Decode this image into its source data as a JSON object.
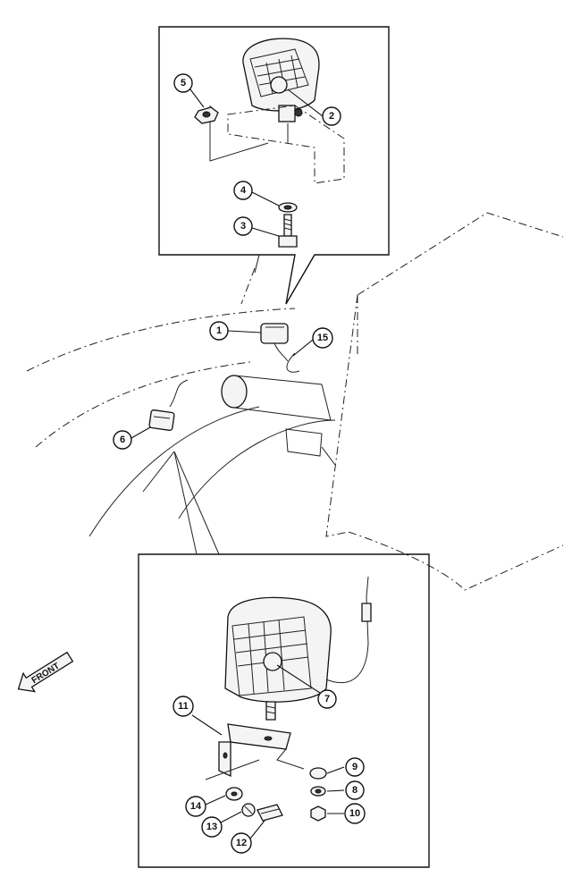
{
  "diagram": {
    "direction_label": "FRONT",
    "callouts": [
      {
        "id": "c1",
        "label": "1"
      },
      {
        "id": "c2",
        "label": "2"
      },
      {
        "id": "c3",
        "label": "3"
      },
      {
        "id": "c4",
        "label": "4"
      },
      {
        "id": "c5",
        "label": "5"
      },
      {
        "id": "c6",
        "label": "6"
      },
      {
        "id": "c7",
        "label": "7"
      },
      {
        "id": "c8",
        "label": "8"
      },
      {
        "id": "c9",
        "label": "9"
      },
      {
        "id": "c10",
        "label": "10"
      },
      {
        "id": "c11",
        "label": "11"
      },
      {
        "id": "c12",
        "label": "12"
      },
      {
        "id": "c13",
        "label": "13"
      },
      {
        "id": "c14",
        "label": "14"
      },
      {
        "id": "c15",
        "label": "15"
      }
    ]
  }
}
